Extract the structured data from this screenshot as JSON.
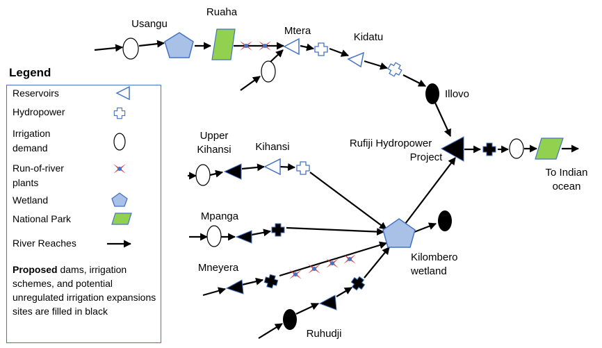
{
  "labels": {
    "usangu": "Usangu",
    "ruaha": "Ruaha",
    "mtera": "Mtera",
    "kidatu": "Kidatu",
    "illovo": "Illovo",
    "upper_kihansi_1": "Upper",
    "upper_kihansi_2": "Kihansi",
    "kihansi": "Kihansi",
    "rufiji_1": "Rufiji Hydropower",
    "rufiji_2": "Project",
    "indian_1": "To Indian",
    "indian_2": "ocean",
    "mpanga": "Mpanga",
    "kilombero_1": "Kilombero",
    "kilombero_2": "wetland",
    "mneyera": "Mneyera",
    "ruhudji": "Ruhudji"
  },
  "legend": {
    "title": "Legend",
    "items": {
      "reservoirs": "Reservoirs",
      "hydropower": "Hydropower",
      "irrigation_1": "Irrigation",
      "irrigation_2": "demand",
      "runofriver_1": "Run-of-river",
      "runofriver_2": "plants",
      "wetland": "Wetland",
      "national_park": "National Park",
      "river_reaches": "River Reaches"
    },
    "note_bold": "Proposed",
    "note_rest": " dams, irrigation schemes, and potential unregulated irrigation expansions sites are filled in black"
  },
  "colors": {
    "outline": "#4472c4",
    "wetland_fill": "#a9c1e6",
    "park_fill": "#92d050",
    "run_of_river": "#e23a3a",
    "proposed_fill": "#000000"
  }
}
